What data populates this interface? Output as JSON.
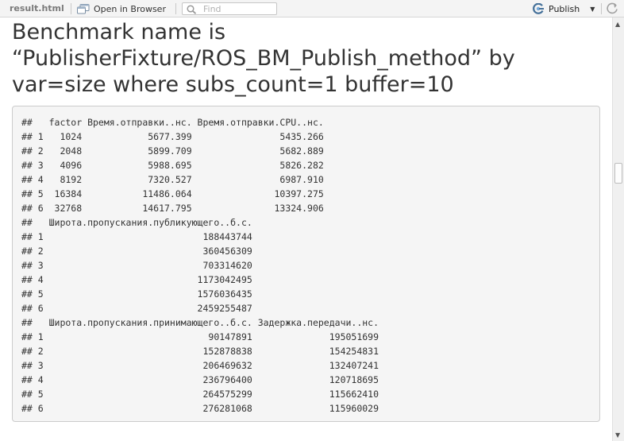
{
  "toolbar": {
    "file_name": "result.html",
    "open_in_browser_label": "Open in Browser",
    "find_placeholder": "Find",
    "publish_label": "Publish"
  },
  "document": {
    "title": "Benchmark name is “PublisherFixture/ROS_BM_Publish_method” by var=size where subs_count=1 buffer=10",
    "output_lines": [
      "##   factor Время.отправки..нс. Время.отправки.CPU..нс.",
      "## 1   1024            5677.399                5435.266",
      "## 2   2048            5899.709                5682.889",
      "## 3   4096            5988.695                5826.282",
      "## 4   8192            7320.527                6987.910",
      "## 5  16384           11486.064               10397.275",
      "## 6  32768           14617.795               13324.906",
      "##   Широта.пропускания.публикующего..б.с.",
      "## 1                             188443744",
      "## 2                             360456309",
      "## 3                             703314620",
      "## 4                            1173042495",
      "## 5                            1576036435",
      "## 6                            2459255487",
      "##   Широта.пропускания.принимающего..б.с. Задержка.передачи..нс.",
      "## 1                              90147891              195051699",
      "## 2                             152878838              154254831",
      "## 3                             206469632              132407241",
      "## 4                             236796400              120718695",
      "## 5                             264575299              115662410",
      "## 6                             276281068              115960029"
    ]
  },
  "colors": {
    "publish_accent": "#447099",
    "text": "#333333",
    "code_background": "#f5f5f5"
  }
}
